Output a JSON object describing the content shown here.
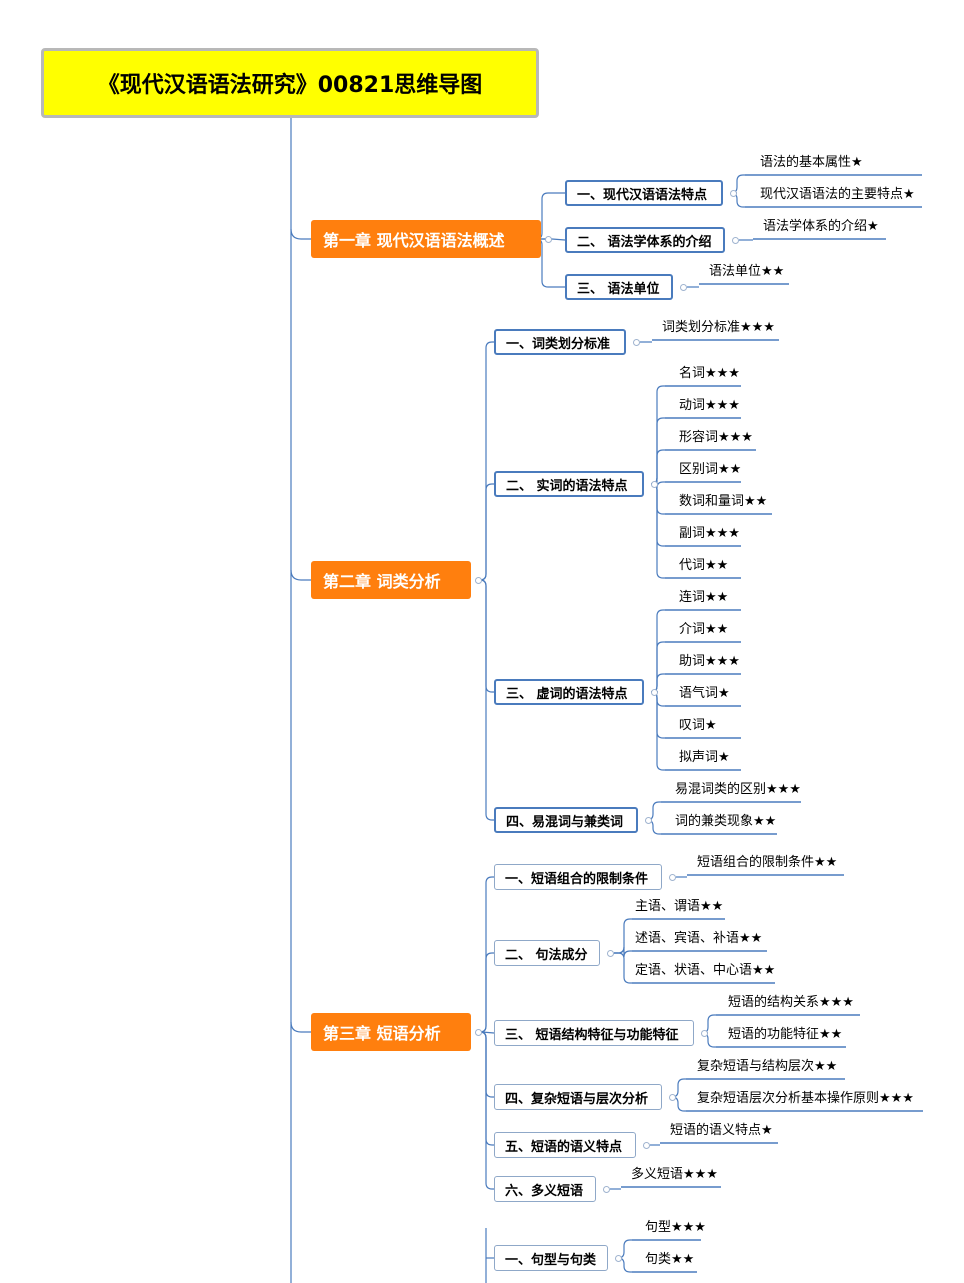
{
  "title": "《现代汉语语法研究》00821思维导图",
  "chapters": [
    {
      "label": "第一章  现代汉语语法概述",
      "sections": [
        {
          "label": "一、现代汉语语法特点",
          "leaves": [
            "语法的基本属性★",
            "现代汉语语法的主要特点★"
          ]
        },
        {
          "label": "二、 语法学体系的介绍",
          "leaves": [
            "语法学体系的介绍★"
          ]
        },
        {
          "label": "三、 语法单位",
          "leaves": [
            "语法单位★★"
          ]
        }
      ]
    },
    {
      "label": "第二章  词类分析",
      "sections": [
        {
          "label": "一、词类划分标准",
          "leaves": [
            "词类划分标准★★★"
          ]
        },
        {
          "label": "二、 实词的语法特点",
          "leaves": [
            "名词★★★",
            "动词★★★",
            "形容词★★★",
            "区别词★★",
            "数词和量词★★",
            "副词★★★",
            "代词★★"
          ]
        },
        {
          "label": "三、 虚词的语法特点",
          "leaves": [
            "连词★★",
            "介词★★",
            "助词★★★",
            "语气词★",
            "叹词★",
            "拟声词★"
          ]
        },
        {
          "label": "四、易混词与兼类词",
          "leaves": [
            "易混词类的区别★★★",
            "词的兼类现象★★"
          ]
        }
      ]
    },
    {
      "label": "第三章  短语分析",
      "sections": [
        {
          "label": "一、短语组合的限制条件",
          "leaves": [
            "短语组合的限制条件★★"
          ]
        },
        {
          "label": "二、 句法成分",
          "leaves": [
            "主语、谓语★★",
            "述语、宾语、补语★★",
            "定语、状语、中心语★★"
          ]
        },
        {
          "label": "三、 短语结构特征与功能特征",
          "leaves": [
            "短语的结构关系★★★",
            "短语的功能特征★★"
          ]
        },
        {
          "label": "四、复杂短语与层次分析",
          "leaves": [
            "复杂短语与结构层次★★",
            "复杂短语层次分析基本操作原则★★★"
          ]
        },
        {
          "label": "五、短语的语义特点",
          "leaves": [
            "短语的语义特点★"
          ]
        },
        {
          "label": "六、多义短语",
          "leaves": [
            "多义短语★★★"
          ]
        }
      ]
    },
    {
      "label": "",
      "sections": [
        {
          "label": "一、句型与句类",
          "leaves": [
            "句型★★★",
            "句类★★"
          ]
        }
      ]
    }
  ],
  "colors": {
    "title_bg": "#ffff00",
    "chapter_bg": "#ff7f0e",
    "section_border": "#4a7bbd",
    "line": "#4a7bbd"
  },
  "icons": {
    "connector": "collapse-circle-icon"
  }
}
